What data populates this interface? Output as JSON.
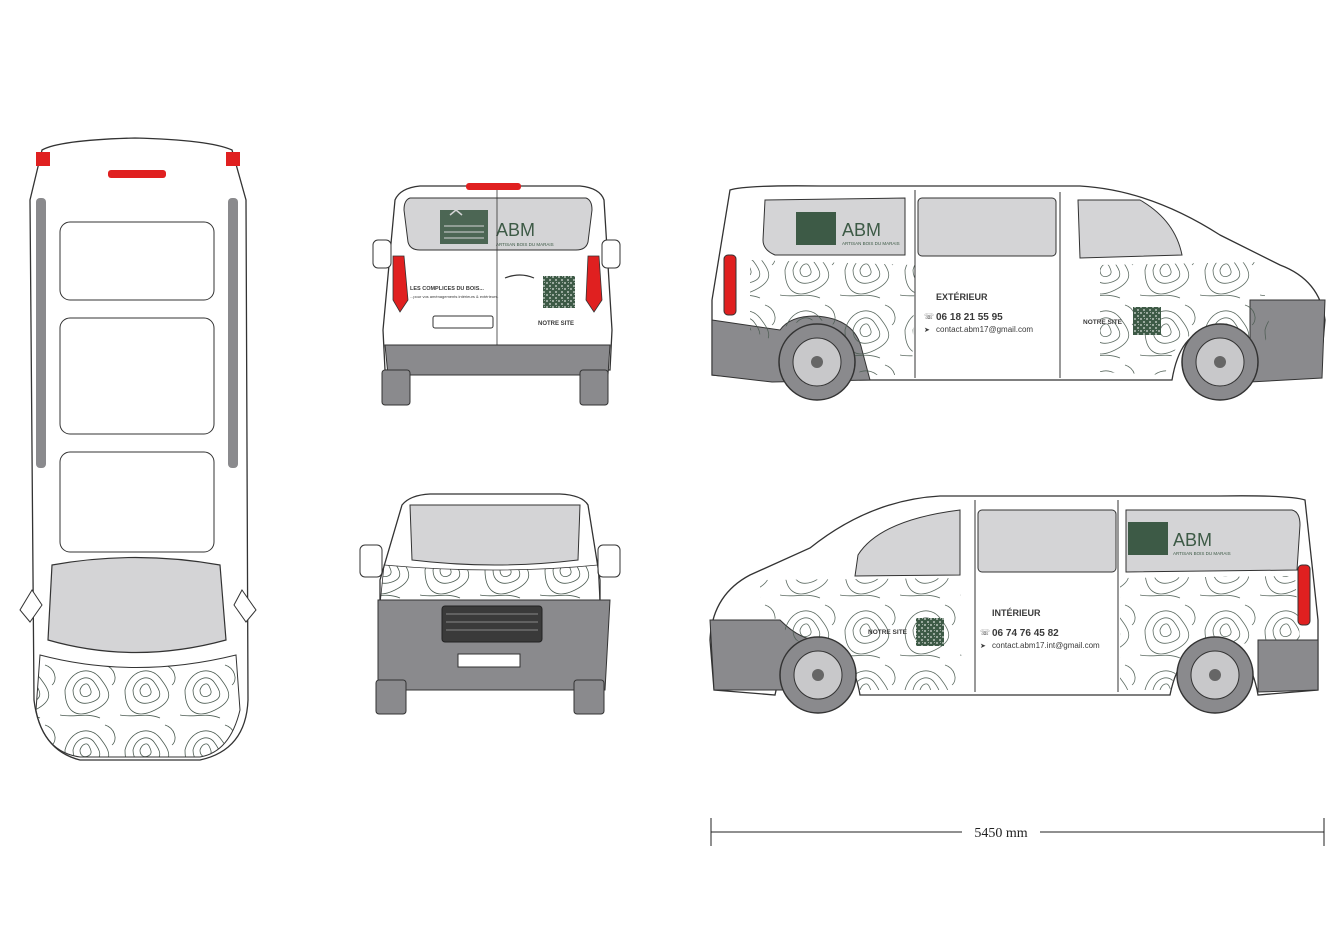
{
  "brand": {
    "name": "ABM",
    "tagline": "ARTISAN BOIS DU MARAIS",
    "color": "#3d5a46"
  },
  "rear": {
    "headline": "LES COMPLICES DU BOIS...",
    "subline": "...pour vos aménagements intérieurs & extérieurs.",
    "qr_label": "NOTRE SITE"
  },
  "side_left": {
    "section": "EXTÉRIEUR",
    "phone": "06 18 21 55 95",
    "email": "contact.abm17@gmail.com",
    "qr_label": "NOTRE SITE"
  },
  "side_right": {
    "section": "INTÉRIEUR",
    "phone": "06 74 76 45 82",
    "email": "contact.abm17.int@gmail.com",
    "qr_label": "NOTRE SITE"
  },
  "dimension": {
    "length": "5450 mm"
  },
  "colors": {
    "body_gray": "#8a8a8d",
    "window_gray": "#d4d4d6",
    "light_red": "#e02020",
    "pattern": "#4a5a50"
  }
}
